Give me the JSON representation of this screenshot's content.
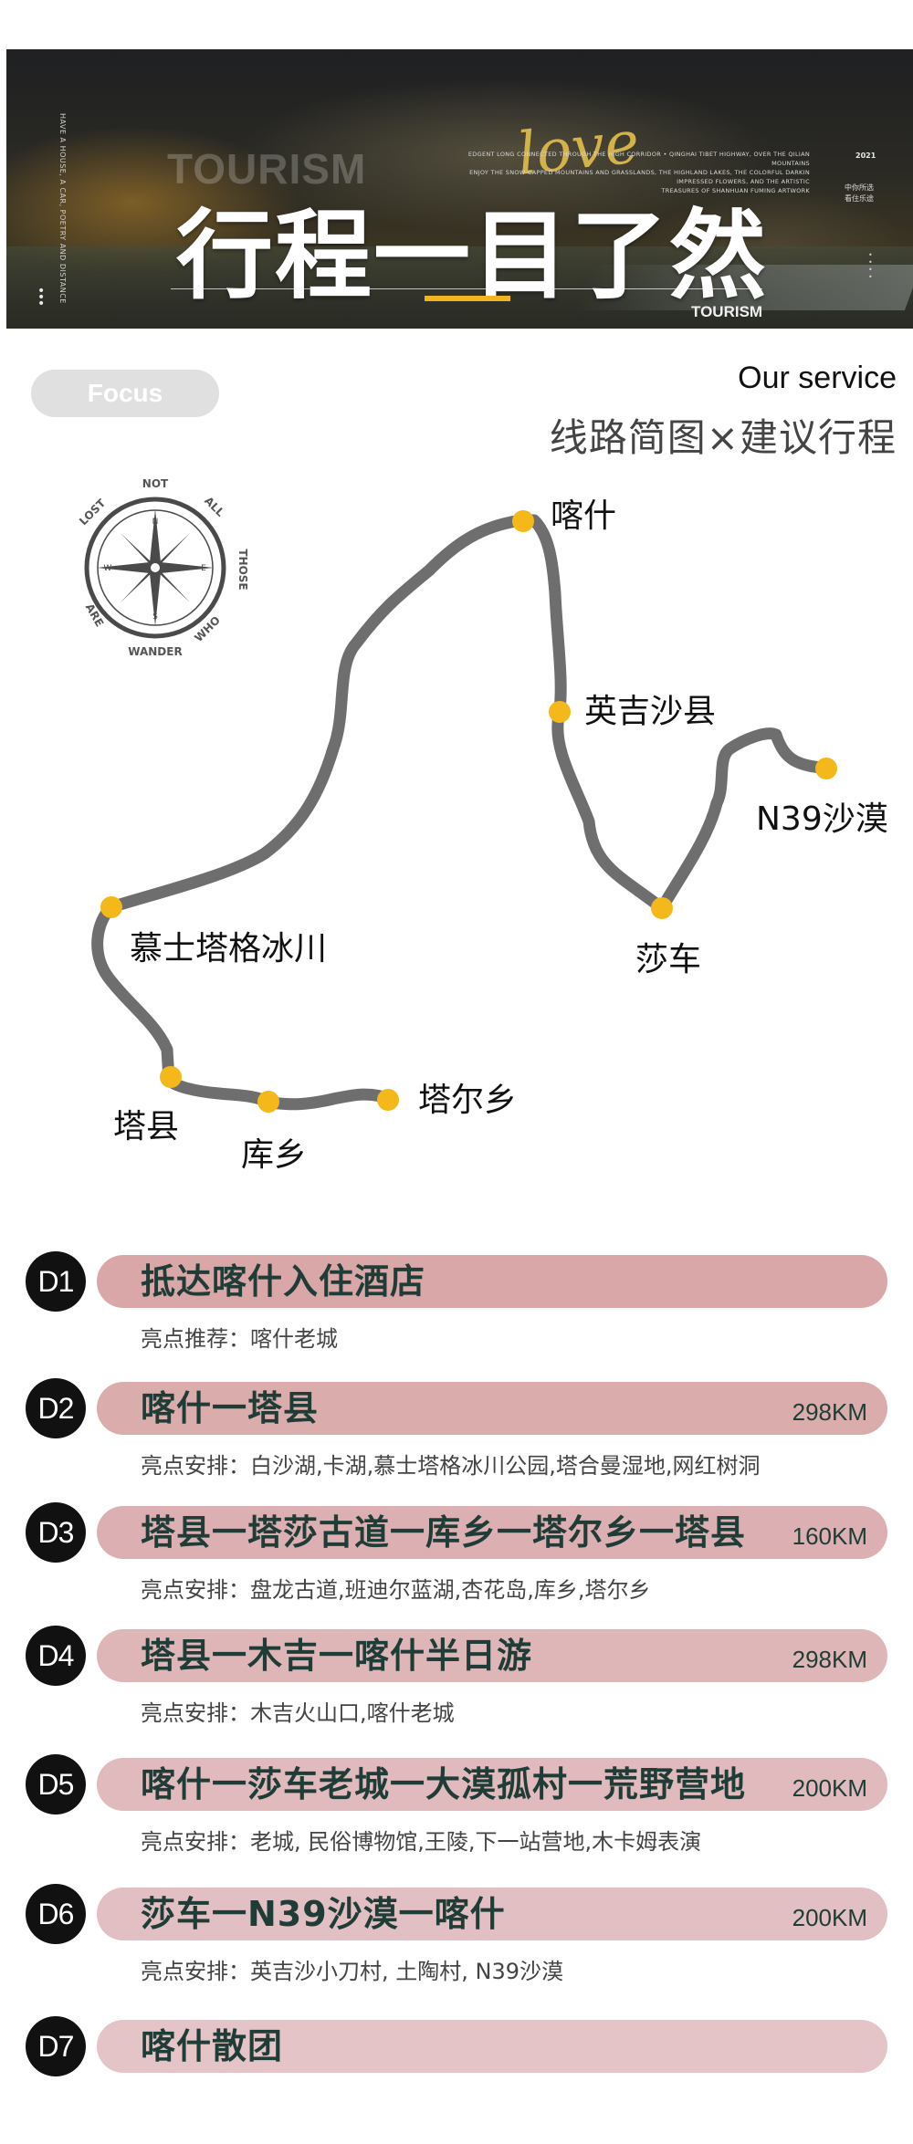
{
  "banner": {
    "side_text": "HAVE A HOUSE, A CAR, POETRY AND DISTANCE",
    "tourism_big": "TOURISM",
    "love": "love",
    "english_lines": [
      "EDGENT LONG CONNECTED THROUGH THE HIGH CORRIDOR • QINGHAI TIBET HIGHWAY, OVER THE QILIAN MOUNTAINS",
      "ENJOY THE SNOW-CAPPED MOUNTAINS AND GRASSLANDS, THE HIGHLAND LAKES, THE COLORFUL DARKIN IMPRESSED FLOWERS, AND THE ARTISTIC",
      "TREASURES OF SHANHUAN FUMING ARTWORK"
    ],
    "title": "行程一目了然",
    "tourism_small": "TOURISM",
    "year": "2021",
    "right_text": [
      "中你所选",
      "看住乐途"
    ],
    "accent_color": "#f2b522"
  },
  "map": {
    "focus_label": "Focus",
    "service_label": "Our service",
    "subtitle": "线路简图×建议行程",
    "compass_words": [
      "NOT",
      "ALL",
      "THOSE",
      "WHO",
      "WANDER",
      "ARE",
      "LOST"
    ],
    "compass_letters": [
      "N",
      "E",
      "S",
      "W"
    ],
    "places": {
      "kashi": "喀什",
      "yingjisha": "英吉沙县",
      "n39": "N39沙漠",
      "shache": "莎车",
      "muztagh": "慕士塔格冰川",
      "taxian": "塔县",
      "kuxiang": "库乡",
      "taerxiang": "塔尔乡"
    },
    "route_color": "#6e6e6e",
    "dot_color": "#f5b81a"
  },
  "itinerary": [
    {
      "day": "D1",
      "title": "抵达喀什入住酒店",
      "km": "",
      "desc": "亮点推荐：喀什老城",
      "bar_color": "#d9a7a7"
    },
    {
      "day": "D2",
      "title": "喀什一塔县",
      "km": "298KM",
      "desc": "亮点安排：白沙湖,卡湖,慕士塔格冰川公园,塔合曼湿地,网红树洞",
      "bar_color": "#daacac"
    },
    {
      "day": "D3",
      "title": "塔县一塔莎古道一库乡一塔尔乡一塔县",
      "km": "160KM",
      "desc": "亮点安排：盘龙古道,班迪尔蓝湖,杏花岛,库乡,塔尔乡",
      "bar_color": "#dcb0b2"
    },
    {
      "day": "D4",
      "title": "塔县一木吉一喀什半日游",
      "km": "298KM",
      "desc": "亮点安排：木吉火山口,喀什老城",
      "bar_color": "#deb6b8"
    },
    {
      "day": "D5",
      "title": "喀什一莎车老城一大漠孤村一荒野营地",
      "km": "200KM",
      "desc": "亮点安排：老城, 民俗博物馆,王陵,下一站营地,木卡姆表演",
      "bar_color": "#e0babd"
    },
    {
      "day": "D6",
      "title": "莎车一N39沙漠一喀什",
      "km": "200KM",
      "desc": "亮点安排：英吉沙小刀村, 土陶村, N39沙漠",
      "bar_color": "#e2bfc2"
    },
    {
      "day": "D7",
      "title": "喀什散团",
      "km": "",
      "desc": "",
      "bar_color": "#e4c4c7"
    }
  ]
}
